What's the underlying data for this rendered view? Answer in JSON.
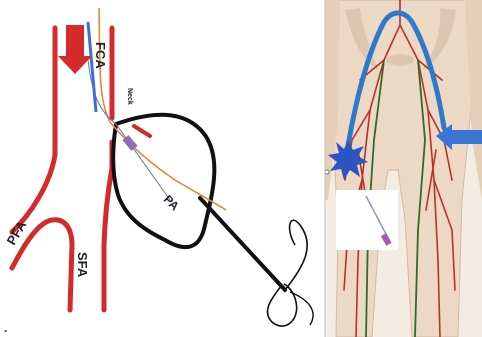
{
  "left_panel": {
    "labels": {
      "fca": "FCA",
      "neck": "Neck",
      "pa": "PA",
      "pfa": "PFA",
      "sfa": "SFA"
    },
    "stray_mark": "."
  },
  "colors": {
    "artery_red": "#d42a2a",
    "catheter_blue": "#3b6fd6",
    "wire_orange": "#e08a2a",
    "sheath_purple": "#8a6fb3",
    "aneurysm_outline": "#111111",
    "skin": "#ecd8c4",
    "aorta_blue": "#2f79c9",
    "vein_green": "#2f6b2a",
    "arrow_blue": "#3a75d4"
  },
  "icons": [
    "down-arrow-icon",
    "left-arrow-icon",
    "puncture-burst-icon",
    "suture-needle-icon"
  ]
}
